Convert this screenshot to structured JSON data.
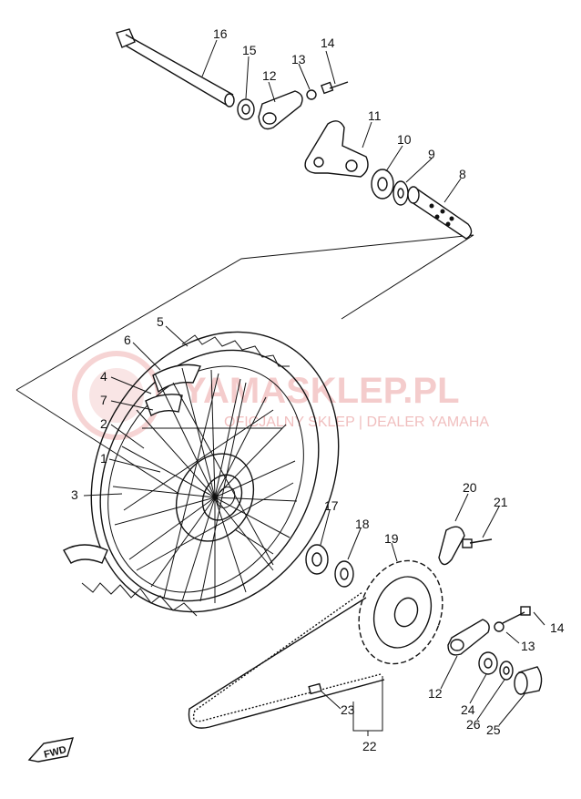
{
  "watermark": {
    "brand": "YAMASKLEP.PL",
    "tagline": "OFICJALNY SKLEP | DEALER YAMAHA",
    "color": "#e07070"
  },
  "fwd_marker": "FWD",
  "callouts": [
    {
      "id": "16",
      "text": "16"
    },
    {
      "id": "15",
      "text": "15"
    },
    {
      "id": "12a",
      "text": "12"
    },
    {
      "id": "13a",
      "text": "13"
    },
    {
      "id": "14a",
      "text": "14"
    },
    {
      "id": "11",
      "text": "11"
    },
    {
      "id": "10",
      "text": "10"
    },
    {
      "id": "9",
      "text": "9"
    },
    {
      "id": "8",
      "text": "8"
    },
    {
      "id": "5",
      "text": "5"
    },
    {
      "id": "6",
      "text": "6"
    },
    {
      "id": "4",
      "text": "4"
    },
    {
      "id": "7",
      "text": "7"
    },
    {
      "id": "2",
      "text": "2"
    },
    {
      "id": "1",
      "text": "1"
    },
    {
      "id": "3",
      "text": "3"
    },
    {
      "id": "17",
      "text": "17"
    },
    {
      "id": "18",
      "text": "18"
    },
    {
      "id": "19",
      "text": "19"
    },
    {
      "id": "20",
      "text": "20"
    },
    {
      "id": "21",
      "text": "21"
    },
    {
      "id": "14b",
      "text": "14"
    },
    {
      "id": "13b",
      "text": "13"
    },
    {
      "id": "12b",
      "text": "12"
    },
    {
      "id": "24",
      "text": "24"
    },
    {
      "id": "26",
      "text": "26"
    },
    {
      "id": "25",
      "text": "25"
    },
    {
      "id": "23",
      "text": "23"
    },
    {
      "id": "22",
      "text": "22"
    }
  ]
}
